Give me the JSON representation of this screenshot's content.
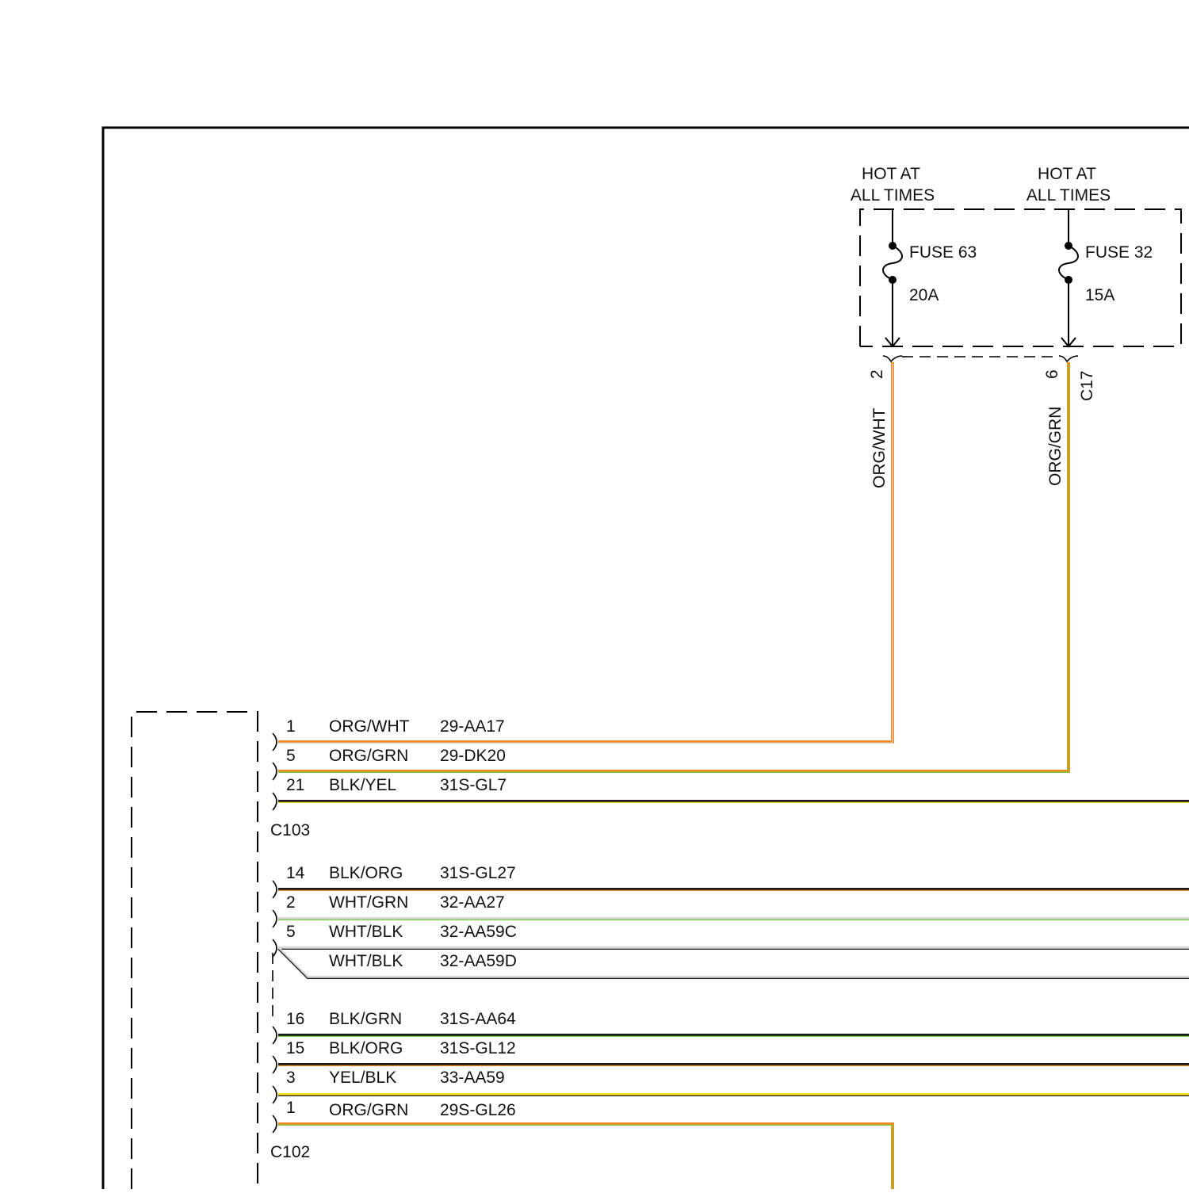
{
  "colors": {
    "ORG": "#f08a24",
    "GRN": "#6fcf3a",
    "YEL": "#f2e21a",
    "BLK": "#1a1a1a",
    "WHT": "#d8d8d8"
  },
  "fuses": [
    {
      "hot_line1": "HOT AT",
      "hot_line2": "ALL TIMES",
      "name": "FUSE 63",
      "rating": "20A",
      "pin": "2",
      "wire_color": "ORG/WHT"
    },
    {
      "hot_line1": "HOT AT",
      "hot_line2": "ALL TIMES",
      "name": "FUSE 32",
      "rating": "15A",
      "pin": "6",
      "wire_color": "ORG/GRN"
    }
  ],
  "fuse_connector": "C17",
  "connectors": [
    {
      "name": "C103",
      "wires": [
        {
          "pin": "1",
          "color": "ORG/WHT",
          "circuit": "29-AA17"
        },
        {
          "pin": "5",
          "color": "ORG/GRN",
          "circuit": "29-DK20"
        },
        {
          "pin": "21",
          "color": "BLK/YEL",
          "circuit": "31S-GL7"
        }
      ]
    },
    {
      "name": "C102",
      "wires": [
        {
          "pin": "14",
          "color": "BLK/ORG",
          "circuit": "31S-GL27"
        },
        {
          "pin": "2",
          "color": "WHT/GRN",
          "circuit": "32-AA27"
        },
        {
          "pin": "5",
          "color": "WHT/BLK",
          "circuit": "32-AA59C"
        },
        {
          "pin": "",
          "color": "WHT/BLK",
          "circuit": "32-AA59D"
        },
        {
          "pin": "16",
          "color": "BLK/GRN",
          "circuit": "31S-AA64"
        },
        {
          "pin": "15",
          "color": "BLK/ORG",
          "circuit": "31S-GL12"
        },
        {
          "pin": "3",
          "color": "YEL/BLK",
          "circuit": "33-AA59"
        },
        {
          "pin": "1",
          "color": "ORG/GRN",
          "circuit": "29S-GL26"
        }
      ]
    }
  ]
}
